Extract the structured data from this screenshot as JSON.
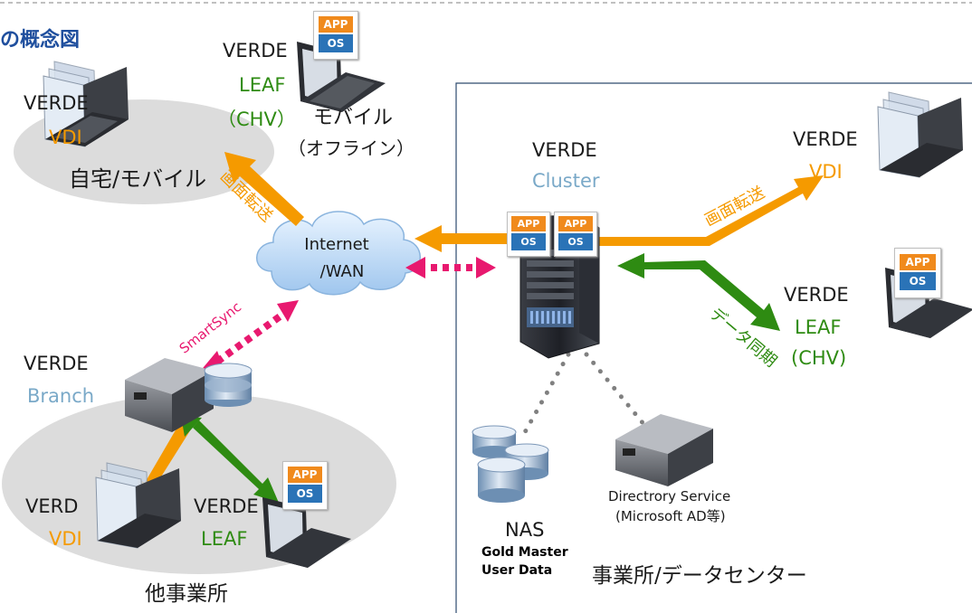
{
  "title": "の概念図",
  "home": {
    "verde": "VERDE",
    "vdi": "VDI",
    "label": "自宅/モバイル",
    "arrow_label": "画面転送"
  },
  "mobile": {
    "verde": "VERDE",
    "leaf": "LEAF",
    "chv": "（CHV）",
    "label1": "モバイル",
    "label2": "（オフライン）"
  },
  "cloud": {
    "line1": "Internet",
    "line2": "/WAN"
  },
  "cluster": {
    "verde": "VERDE",
    "name": "Cluster"
  },
  "remote_vdi": {
    "verde": "VERDE",
    "vdi": "VDI",
    "arrow_label": "画面転送"
  },
  "remote_leaf": {
    "verde": "VERDE",
    "leaf": "LEAF",
    "chv": "(CHV)",
    "arrow_label": "データ同期"
  },
  "branch": {
    "verde": "VERDE",
    "name": "Branch",
    "smartsync": "SmartSync",
    "vdi_verde": "VERD",
    "vdi": "VDI",
    "leaf_verde": "VERDE",
    "leaf": "LEAF",
    "label": "他事業所"
  },
  "app_os": {
    "app": "APP",
    "os": "OS"
  },
  "nas": {
    "label": "NAS",
    "line1": "Gold Master",
    "line2": "User Data"
  },
  "directory": {
    "line1": "Directrory Service",
    "line2": "(Microsoft AD等)"
  },
  "datacenter": {
    "label": "事業所/データセンター"
  },
  "colors": {
    "orange": "#f59a00",
    "green": "#2e8b12",
    "pink": "#e8196f",
    "cluster_blue": "#7aa9c8",
    "title_blue": "#1f4f9e"
  }
}
